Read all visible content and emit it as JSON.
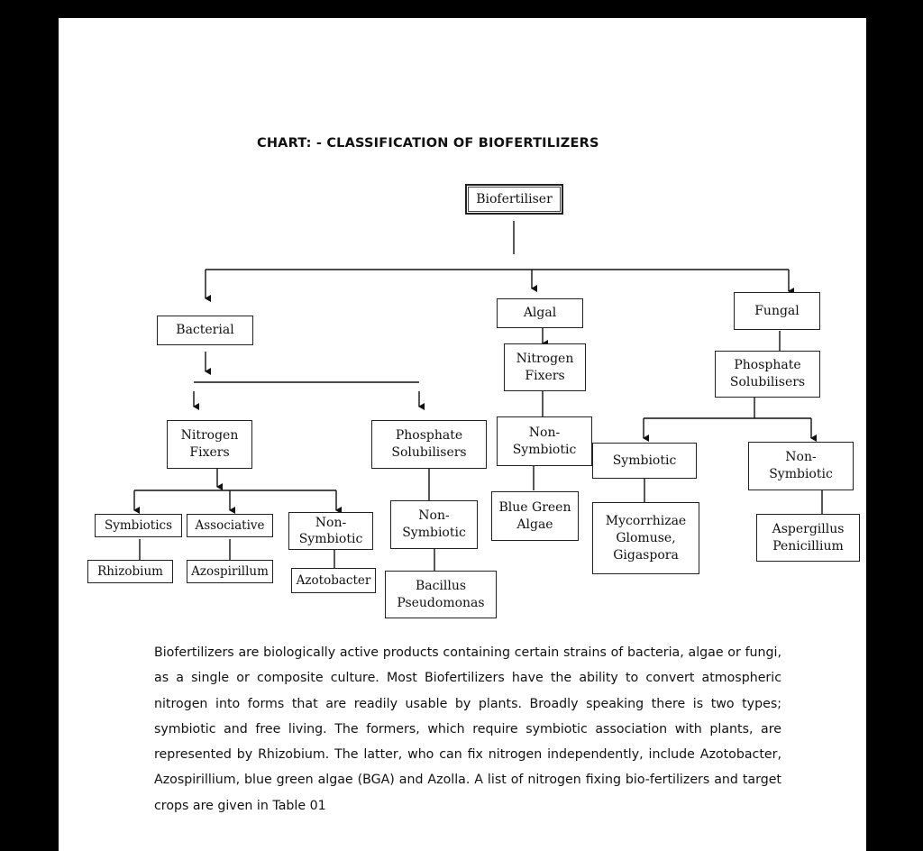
{
  "title": "CHART: - CLASSIFICATION OF BIOFERTILIZERS",
  "nodes": {
    "biofertiliser": "Biofertiliser",
    "bacterial": "Bacterial",
    "algal": "Algal",
    "fungal": "Fungal",
    "nitrogen_fixers_bact": "Nitrogen\nFixers",
    "phosphate_solubilisers_bact": "Phosphate\nSolubilisers",
    "nitrogen_fixers_algal": "Nitrogen\nFixers",
    "phosphate_solubilisers_fungal": "Phosphate\nSolubilisers",
    "symbiotics": "Symbiotics",
    "associative": "Associative",
    "non_symbiotic_bact": "Non-\nSymbiotic",
    "non_symbiotic_phos": "Non-\nSymbiotic",
    "non_symbiotic_algal": "Non-\nSymbiotic",
    "symbiotic_fungal": "Symbiotic",
    "non_symbiotic_fungal": "Non-\nSymbiotic",
    "rhizobium": "Rhizobium",
    "azospirillum": "Azospirillum",
    "azotobacter": "Azotobacter",
    "bacillus": "Bacillus\nPseudomonas",
    "blue_green_algae": "Blue Green\nAlgae",
    "mycorrhizae": "Mycorrhizae\nGlomuse,\nGigaspora",
    "aspergillus": "Aspergillus\nPenicillium"
  },
  "paragraph": "Biofertilizers are biologically active products containing certain strains of bacteria, algae or fungi, as a single or composite culture. Most Biofertilizers have the ability to convert atmospheric nitrogen into forms that are readily usable by plants. Broadly speaking there is two types; symbiotic and free living. The formers, which require symbiotic association with plants, are represented by Rhizobium. The latter, who can fix nitrogen independently, include Azotobacter, Azospirillium, blue green algae (BGA) and Azolla. A list of nitrogen fixing bio-fertilizers and target crops are given in Table 01"
}
